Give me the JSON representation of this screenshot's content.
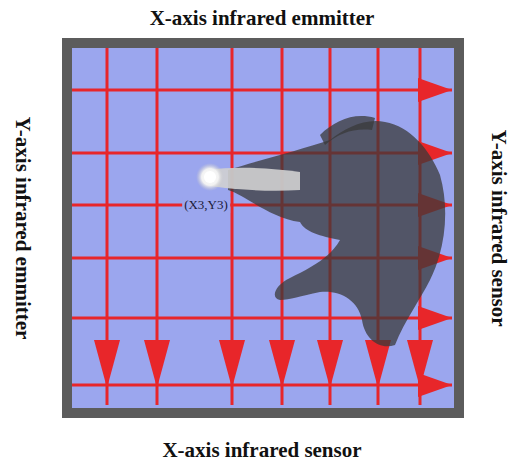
{
  "diagram": {
    "labels": [
      "X-axis infrared emmitter",
      "Y-axis infrared emmitter",
      "Y-axis infrared sensor",
      "X-axis infrared sensor",
      "(X3,Y3)"
    ]
  }
}
